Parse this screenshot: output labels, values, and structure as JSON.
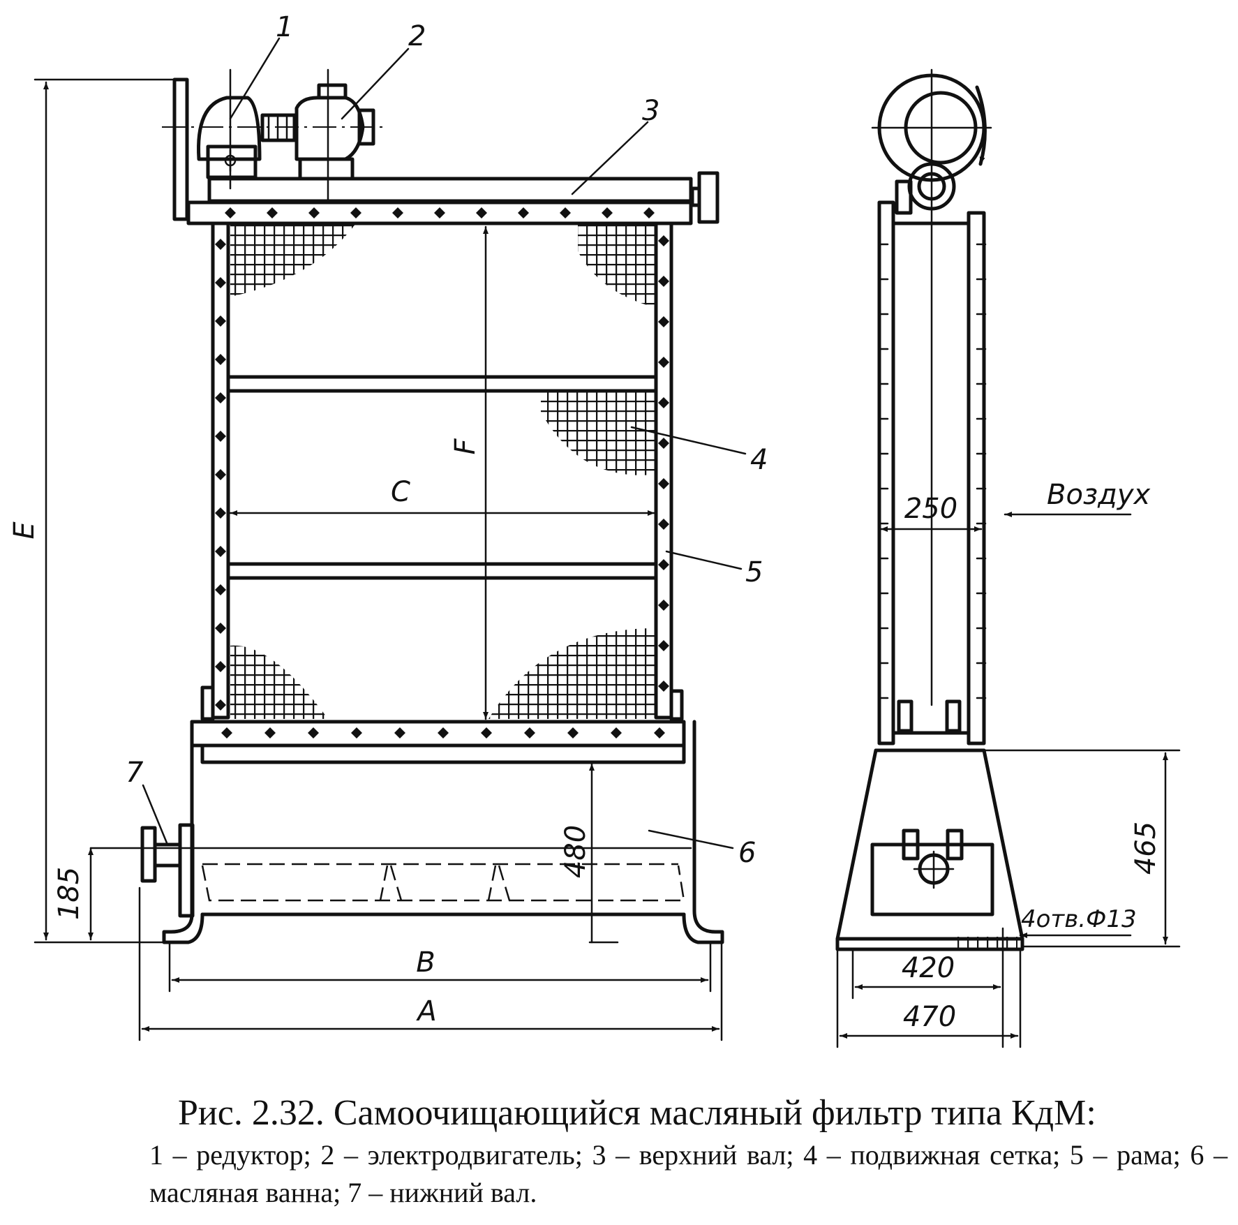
{
  "figure": {
    "caption_title": "Рис. 2.32. Самоочищающийся масляный фильтр типа КдМ:",
    "caption_body": "1 – редуктор; 2 – электродвигатель; 3 – верхний вал; 4 – подвижная сетка; 5 – рама; 6 – масляная ванна; 7 – нижний вал."
  },
  "callouts": [
    "1",
    "2",
    "3",
    "4",
    "5",
    "6",
    "7"
  ],
  "dimensions": {
    "E": "E",
    "F": "F",
    "C": "C",
    "B": "B",
    "A": "A",
    "d480": "480",
    "d185": "185",
    "d250": "250",
    "d465": "465",
    "d420": "420",
    "d470": "470",
    "holes": "4отв.Ф13"
  },
  "air_label": "Воздух"
}
